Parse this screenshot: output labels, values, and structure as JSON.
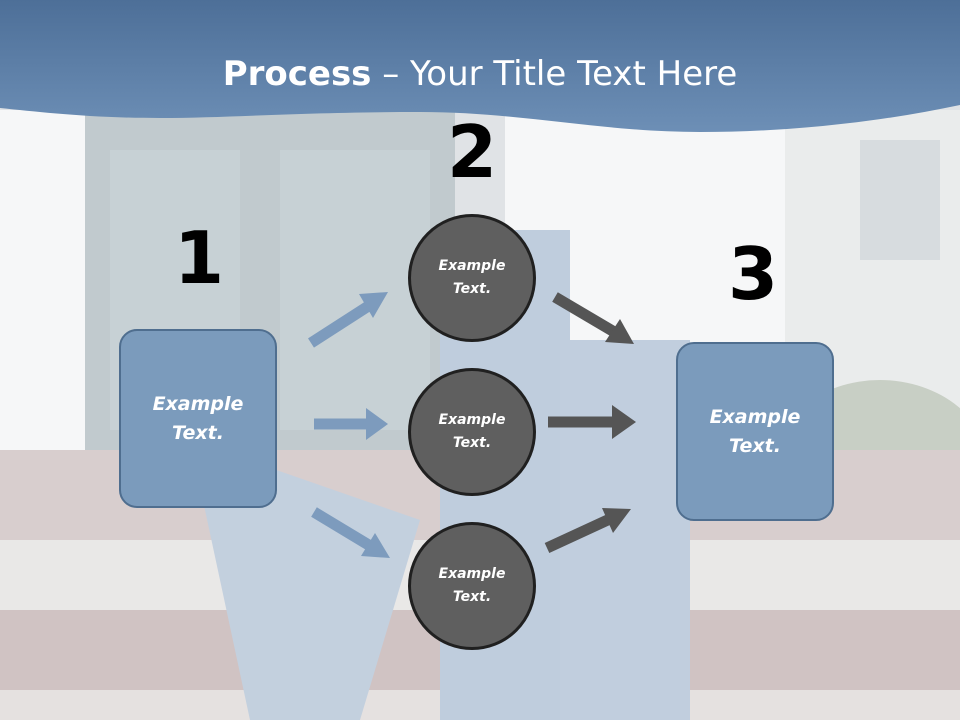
{
  "title": {
    "bold": "Process",
    "rest": " – Your Title Text Here"
  },
  "steps": {
    "one": "1",
    "two": "2",
    "three": "3"
  },
  "left_box": {
    "label": "Example Text."
  },
  "circles": [
    {
      "label": "Example Text."
    },
    {
      "label": "Example Text."
    },
    {
      "label": "Example Text."
    }
  ],
  "right_box": {
    "label": "Example Text."
  },
  "colors": {
    "header": "#5b7fa6",
    "box_fill": "#7b9bbc",
    "circle_fill": "#5f5f5f",
    "blue_arrow": "#7d9bbd",
    "dark_arrow": "#555555"
  }
}
